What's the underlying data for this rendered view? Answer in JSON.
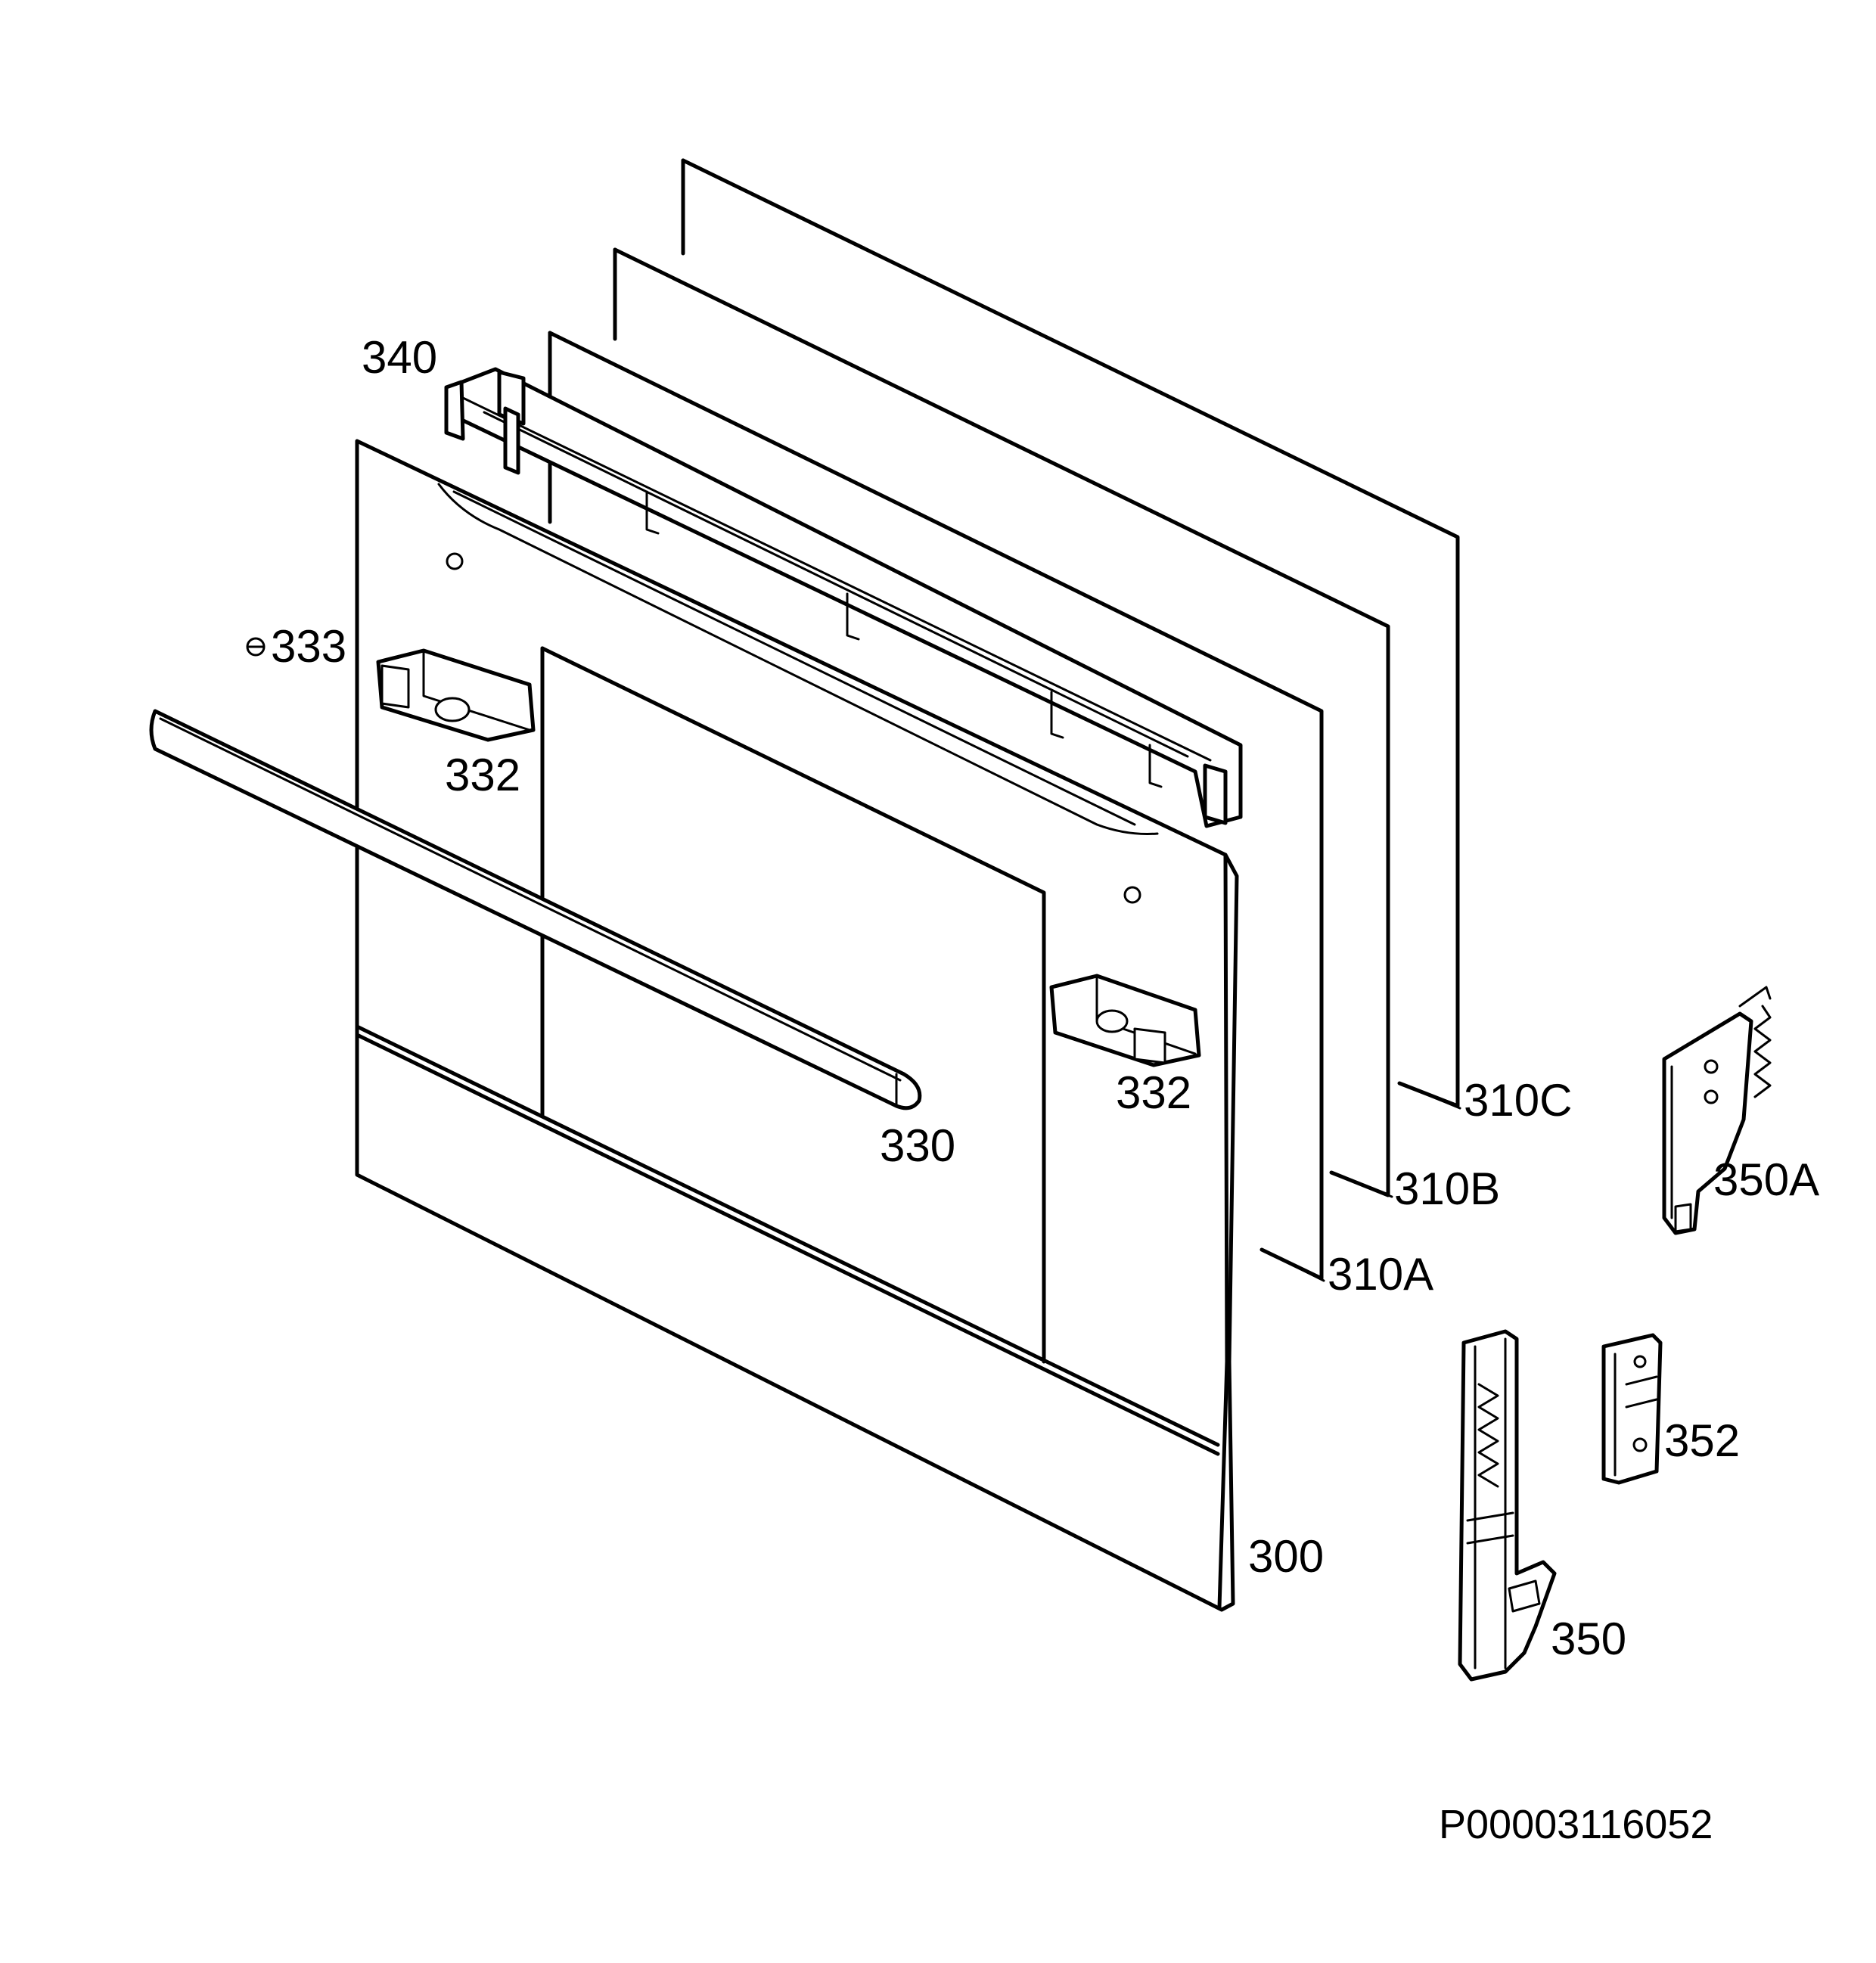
{
  "diagram": {
    "drawing_code": "P00003116052",
    "parts": [
      {
        "id": "glass-310c",
        "number": "310C"
      },
      {
        "id": "glass-310b",
        "number": "310B"
      },
      {
        "id": "glass-310a",
        "number": "310A"
      },
      {
        "id": "top-profile",
        "number": "340"
      },
      {
        "id": "screw",
        "number": "333"
      },
      {
        "id": "handle-bracket-left",
        "number": "332"
      },
      {
        "id": "handle-bracket-right",
        "number": "332"
      },
      {
        "id": "handle",
        "number": "330"
      },
      {
        "id": "outer-door",
        "number": "300"
      },
      {
        "id": "hinge-left",
        "number": "350A"
      },
      {
        "id": "hinge-receptacle",
        "number": "352"
      },
      {
        "id": "hinge-right",
        "number": "350"
      }
    ]
  }
}
